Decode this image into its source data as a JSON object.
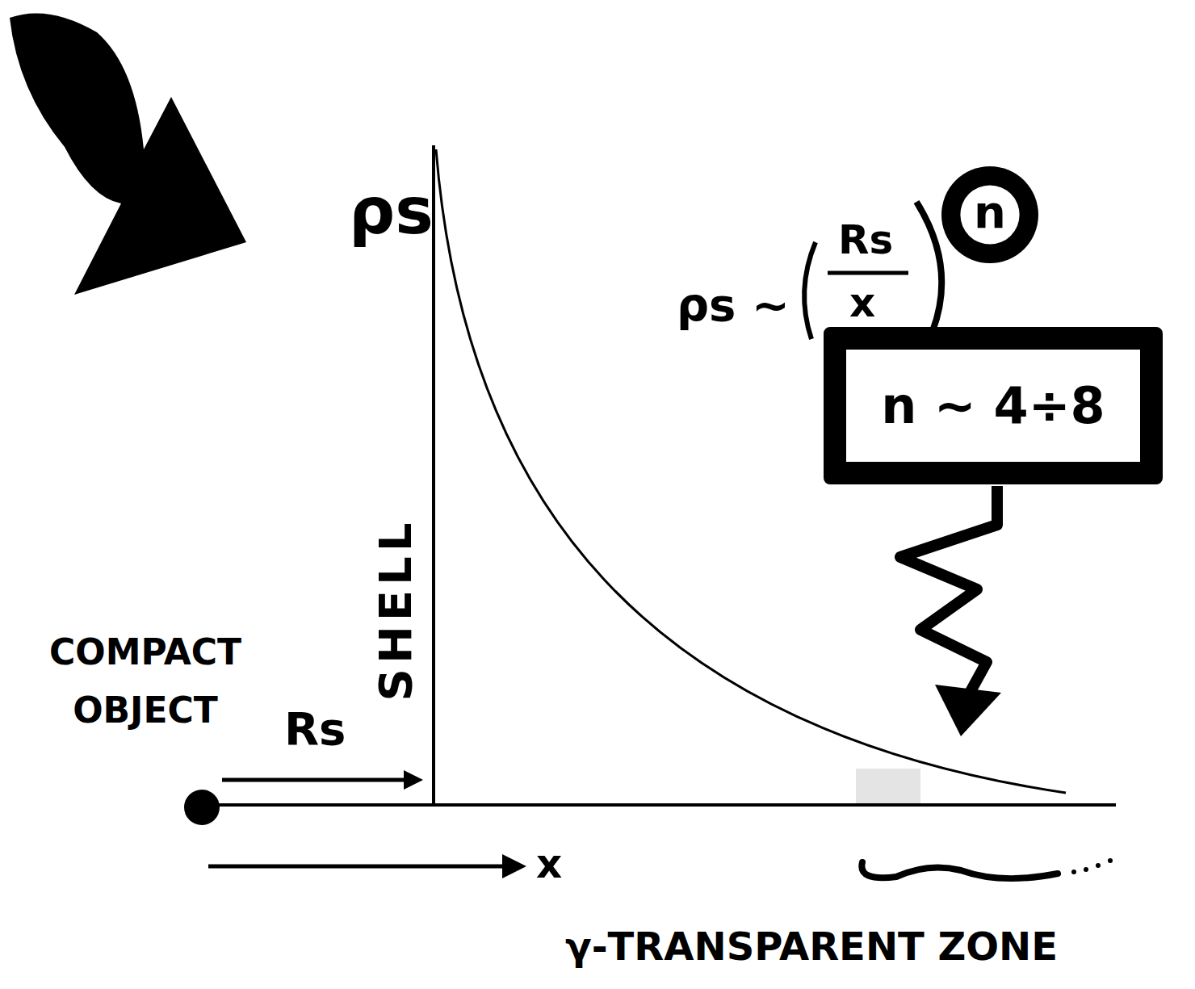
{
  "diagram": {
    "nodes": [
      {
        "text": [
          "n"
        ]
      },
      {
        "text": [
          "n ∼ 4÷8"
        ]
      }
    ],
    "labels": [
      "ρs",
      "SHELL",
      "COMPACT OBJECT",
      "Rs",
      "x",
      "ρs ~",
      "Rs",
      "x",
      "γ-TRANSPARENT ZONE"
    ]
  }
}
